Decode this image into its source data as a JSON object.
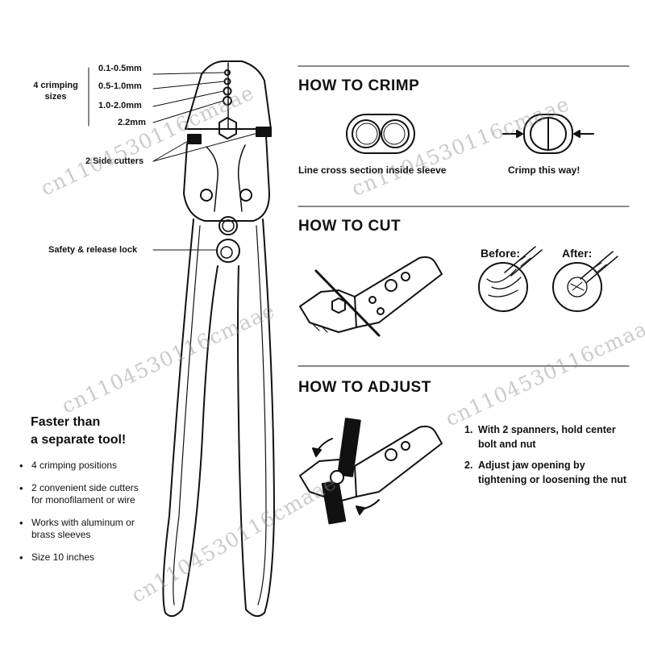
{
  "crimping": {
    "label": "4 crimping\nsizes",
    "sizes": [
      "0.1-0.5mm",
      "0.5-1.0mm",
      "1.0-2.0mm",
      "2.2mm"
    ]
  },
  "cutters_label": "2 Side cutters",
  "safety_label": "Safety & release lock",
  "features": {
    "title": "Faster than\na separate tool!",
    "items": [
      "4 crimping positions",
      "2 convenient side cutters\nfor monofilament or wire",
      "Works with aluminum or\nbrass sleeves",
      "Size 10 inches"
    ]
  },
  "how_to_crimp": {
    "heading": "HOW TO CRIMP",
    "caption_left": "Line cross section inside sleeve",
    "caption_right": "Crimp this way!"
  },
  "how_to_cut": {
    "heading": "HOW TO CUT",
    "before_label": "Before:",
    "after_label": "After:"
  },
  "how_to_adjust": {
    "heading": "HOW TO ADJUST",
    "steps": [
      {
        "num": "1.",
        "text": "With 2 spanners, hold center\nbolt and nut"
      },
      {
        "num": "2.",
        "text": "Adjust jaw opening by\ntightening or loosening the nut"
      }
    ]
  },
  "watermark": "cn1104530116cmaae",
  "colors": {
    "ink": "#111111",
    "paper": "#ffffff",
    "watermark": "#8c8c8c"
  }
}
